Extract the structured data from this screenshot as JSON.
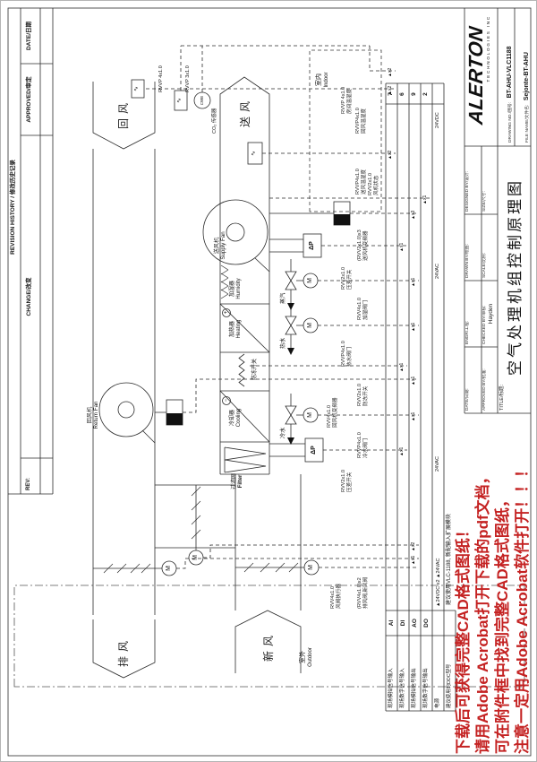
{
  "sheet": {
    "revision": {
      "title": "REVISION HISTORY / 修改历史记录",
      "rev": "REV:",
      "change": "CHANGE/改变",
      "approved": "APPROVED/审定",
      "date": "DATE/日期"
    },
    "title_block": {
      "logo": "ALERTON",
      "logo_sub": "TECHNOLOGIES INC",
      "title_label": "TITLE/标题:",
      "title": "空气处理机组控制原理图",
      "drawing_no_label": "DRAWING NO./图号:",
      "drawing_no": "BT-AHU-VLC1188",
      "file_label": "FILE NAME/文件名:",
      "file_name": "Sejonte-BT-AHU",
      "fields": [
        {
          "label": "DATE/日期:",
          "value": ""
        },
        {
          "label": "ENGR/工程:",
          "value": ""
        },
        {
          "label": "DRAWN BY/绘图:",
          "value": ""
        },
        {
          "label": "DESIGNED BY/设计:",
          "value": ""
        },
        {
          "label": "APPROVED BY/批准:",
          "value": ""
        },
        {
          "label": "CHECKED BY/审核:",
          "value": "Hayden"
        },
        {
          "label": "SCALE/比例:",
          "value": ""
        },
        {
          "label": "SIZE/尺寸:",
          "value": ""
        }
      ]
    },
    "warning": {
      "color": "#c42222",
      "lines": [
        "下载后可获得完整CAD格式图纸！",
        "请用Adobe Acrobat打开下载的pdf文档，",
        "可在附件框中找到完整CAD格式图纸，",
        "注意一定用Adobe Acrobat软件打开！！！"
      ]
    }
  },
  "diagram": {
    "airflow": {
      "return_air": "回风",
      "supply_air": "送风",
      "exhaust_air": "排风",
      "fresh_air": "新风",
      "indoor_cn": "室内",
      "indoor_en": "Indoor",
      "outdoor_cn": "室外",
      "outdoor_en": "Outdoor"
    },
    "equipment": {
      "supply_fan_cn": "送风机",
      "supply_fan_en": "Supply Fan",
      "return_fan_cn": "回风机",
      "return_fan_en": "Return Fan",
      "humidifier_cn": "加湿器",
      "humidifier_en": "Humidity",
      "heating_cn": "加热器",
      "heating_en": "Heating",
      "freeze_stat": "防冻开关",
      "cooling_cn": "冷却器",
      "cooling_en": "Cooling",
      "filter_cn": "过滤网",
      "filter_en": "Filter",
      "dp": "ΔP",
      "motor": "M",
      "sensor_wave": "∿",
      "heat_mark": "+",
      "cool_mark": "−"
    },
    "sensors": {
      "co2_tag": "CWE",
      "co2_label": "CO₂ 传感器",
      "room_cable": "RVVP 4x1.0",
      "co2_cable": "RVVP 3x1.0"
    },
    "pipes": {
      "steam": "蒸汽",
      "hot_water": "热水",
      "chilled_water": "冷水"
    },
    "wires": [
      {
        "spec": "RVVP4x1.0",
        "desc": "回风温湿度",
        "tap": "▲x2"
      },
      {
        "spec": "RVVP 4x1.0",
        "desc": "房间温湿度",
        "tap": "▲x2"
      },
      {
        "spec": "RVVP4x1.0",
        "desc": "送风温湿度",
        "tap": "▲x2"
      },
      {
        "spec": "(RVV2x1.0)x3",
        "desc": "送风机变频器",
        "tap": "▲x3"
      },
      {
        "spec": "RVV2x1.0",
        "desc": "压差开关",
        "tap": "▲x1"
      },
      {
        "spec": "RVV2x1.0",
        "desc": "风机状态",
        "tap": "▲x1"
      },
      {
        "spec": "RVV4x1.0",
        "desc": "加湿阀门",
        "tap": "▲x1"
      },
      {
        "spec": "RVVP4x1.0",
        "desc": "热水阀门",
        "tap": "▲x1"
      },
      {
        "spec": "RVV2x1.0",
        "desc": "防冻开关",
        "tap": "▲x1"
      },
      {
        "spec": "RVV4x1.0",
        "desc": "回风机变频器",
        "tap": "▲x1"
      },
      {
        "spec": "RVVP4x1.0",
        "desc": "冷水阀门",
        "tap": "▲x1"
      },
      {
        "spec": "RVV2x1.0",
        "desc": "压差开关",
        "tap": "▲x1"
      },
      {
        "spec": "RVV4x1.0",
        "desc": "风阀执行器",
        "tap": "▲x1"
      },
      {
        "spec": "(RVV4x1.0)x2",
        "desc": "排风阀,新风阀",
        "tap": "▲x2"
      }
    ],
    "bus": {
      "rows": [
        {
          "label": "现场模拟信号输入",
          "code": "AI",
          "total": "7"
        },
        {
          "label": "现场数字信号输入",
          "code": "DI",
          "total": "6"
        },
        {
          "label": "现场模拟信号输出",
          "code": "AO",
          "total": "9"
        },
        {
          "label": "现场数字信号输出",
          "code": "DO",
          "total": "2"
        },
        {
          "label": "电源",
          "code": "",
          "total": ""
        }
      ],
      "ddc_label": "建议使用的DDC型号",
      "ddc_note": "建议使用VLC-1188, 新配输入扩展模块",
      "power_labels": [
        "24VDC",
        "24VAC",
        "24VAC",
        "▲24VDC x2   ▲24VAC"
      ]
    }
  }
}
